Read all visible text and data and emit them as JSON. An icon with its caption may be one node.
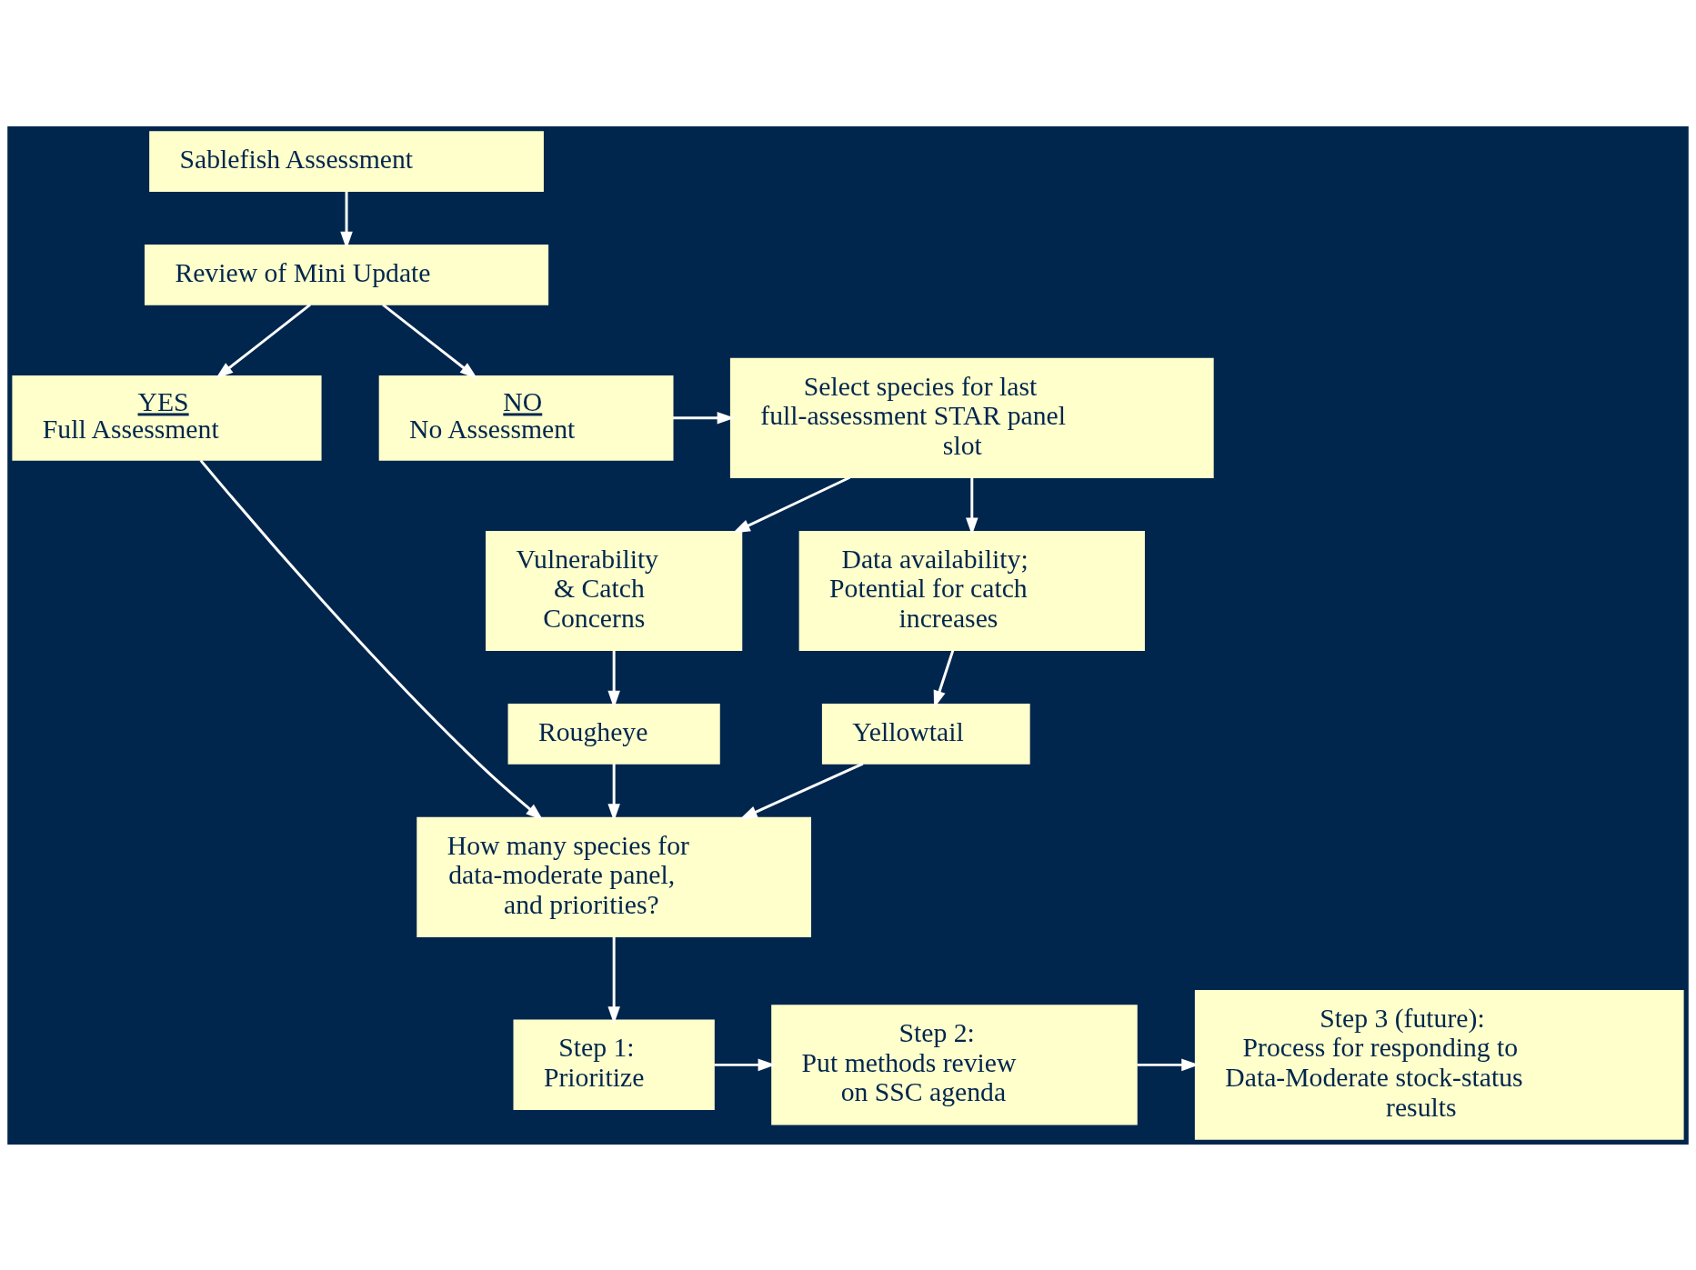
{
  "diagram": {
    "nodes": [
      {
        "text": [
          "Sablefish Assessment"
        ]
      },
      {
        "text": [
          "Review of Mini Update"
        ]
      },
      {
        "text": [
          "YES",
          "Full Assessment"
        ]
      },
      {
        "text": [
          "NO",
          "No Assessment"
        ]
      },
      {
        "text": [
          "Select species for last full-assessment STAR panel slot"
        ]
      },
      {
        "text": [
          "Vulnerability & Catch Concerns"
        ]
      },
      {
        "text": [
          "Data availability; Potential for catch increases"
        ]
      },
      {
        "text": [
          "Rougheye"
        ]
      },
      {
        "text": [
          "Yellowtail"
        ]
      },
      {
        "text": [
          "How many species for data-moderate panel, and priorities?"
        ]
      },
      {
        "text": [
          "Step 1:",
          "Prioritize"
        ]
      },
      {
        "text": [
          "Step 2:",
          "Put methods review on SSC agenda"
        ]
      },
      {
        "text": [
          "Step 3 (future):",
          "Process for responding to Data-Moderate stock-status results"
        ]
      }
    ],
    "edges": [
      {
        "from": 0,
        "to": 1,
        "arrow": "to"
      },
      {
        "from": 1,
        "to": 2,
        "arrow": "to"
      },
      {
        "from": 1,
        "to": 3,
        "arrow": "to"
      },
      {
        "from": 3,
        "to": 4,
        "arrow": "to"
      },
      {
        "from": 4,
        "to": 5,
        "arrow": "to"
      },
      {
        "from": 4,
        "to": 6,
        "arrow": "to"
      },
      {
        "from": 5,
        "to": 7,
        "arrow": "to"
      },
      {
        "from": 6,
        "to": 8,
        "arrow": "to"
      },
      {
        "from": 2,
        "to": 9,
        "arrow": "to"
      },
      {
        "from": 7,
        "to": 9,
        "arrow": "to"
      },
      {
        "from": 8,
        "to": 9,
        "arrow": "to"
      },
      {
        "from": 9,
        "to": 10,
        "arrow": "to"
      },
      {
        "from": 10,
        "to": 11,
        "arrow": "to"
      },
      {
        "from": 11,
        "to": 12,
        "arrow": "to"
      }
    ]
  }
}
